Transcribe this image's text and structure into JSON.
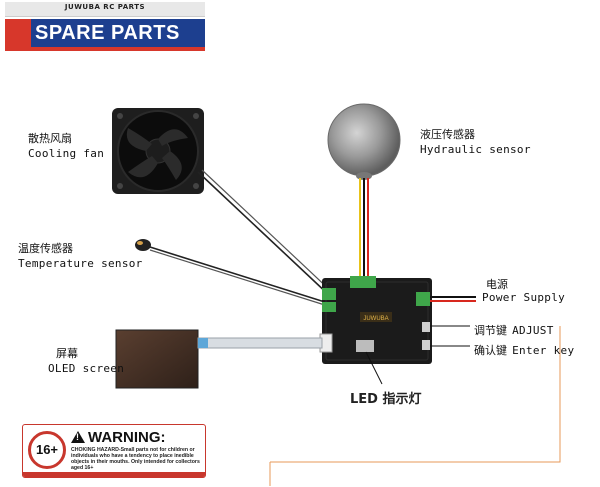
{
  "header": {
    "brand": "JUWUBA RC PARTS",
    "title": "SPARE PARTS"
  },
  "components": {
    "fan": {
      "cn": "散热风扇",
      "en": "Cooling fan"
    },
    "hydraulic": {
      "cn": "液压传感器",
      "en": "Hydraulic sensor"
    },
    "temperature": {
      "cn": "温度传感器",
      "en": "Temperature sensor"
    },
    "power": {
      "cn": "电源",
      "en": "Power Supply"
    },
    "adjust": {
      "cn": "调节键",
      "en": "ADJUST"
    },
    "enter": {
      "cn": "确认键",
      "en": "Enter key"
    },
    "oled": {
      "cn": "屏幕",
      "en": "OLED screen"
    },
    "led": {
      "label": "LED 指示灯"
    }
  },
  "board": {
    "logo": "JUWUBA"
  },
  "warning": {
    "age": "16+",
    "heading": "WARNING:",
    "text": "CHOKING HAZARD-Small parts not for children or individuals who have a tendency to place inedible objects in their mouths. Only intended for collectors aged 16+"
  },
  "colors": {
    "banner_blue": "#1d3f8f",
    "banner_red": "#d7372b",
    "board": "#1b1b1b",
    "connector_green": "#3fa64a",
    "wire_red": "#d8281e",
    "wire_yellow": "#e8c31a",
    "guide_orange": "#e79a5a"
  }
}
